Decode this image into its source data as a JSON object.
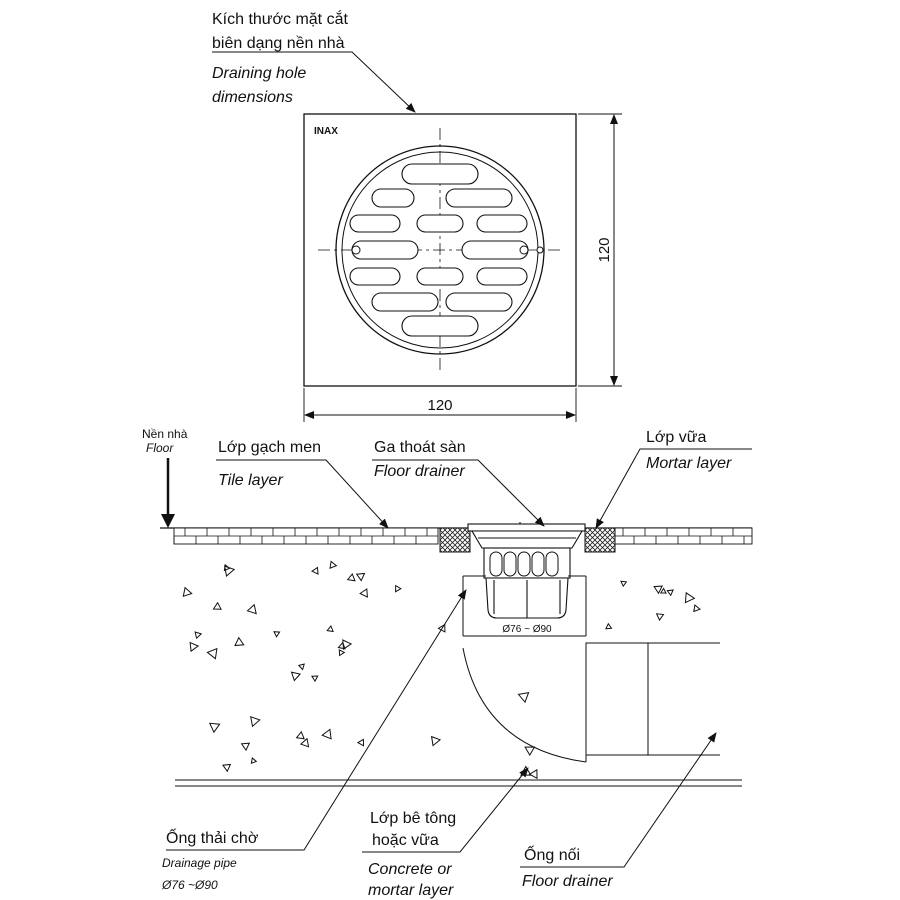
{
  "top_view": {
    "label_vi_line1": "Kích thước mặt cắt",
    "label_vi_line2": "biên dạng nền nhà",
    "label_en_line1": "Draining hole",
    "label_en_line2": "dimensions",
    "width_dim": "120",
    "height_dim": "120",
    "logo_text": "INAX"
  },
  "section_view": {
    "floor_vi": "Nền nhà",
    "floor_en": "Floor",
    "tile_vi": "Lớp gạch men",
    "tile_en": "Tile layer",
    "drainer_vi": "Ga thoát sàn",
    "drainer_en": "Floor drainer",
    "mortar_vi": "Lớp vữa",
    "mortar_en": "Mortar layer",
    "pipe_vi": "Ống thải chờ",
    "pipe_en": "Drainage pipe",
    "pipe_size": "Ø76 ~Ø90",
    "inner_dim": "Ø76 ~ Ø90",
    "concrete_vi_line1": "Lớp bê tông",
    "concrete_vi_line2": "hoặc vữa",
    "concrete_en_line1": "Concrete or",
    "concrete_en_line2": "mortar layer",
    "connector_vi": "Ống nối",
    "connector_en": "Floor drainer"
  }
}
